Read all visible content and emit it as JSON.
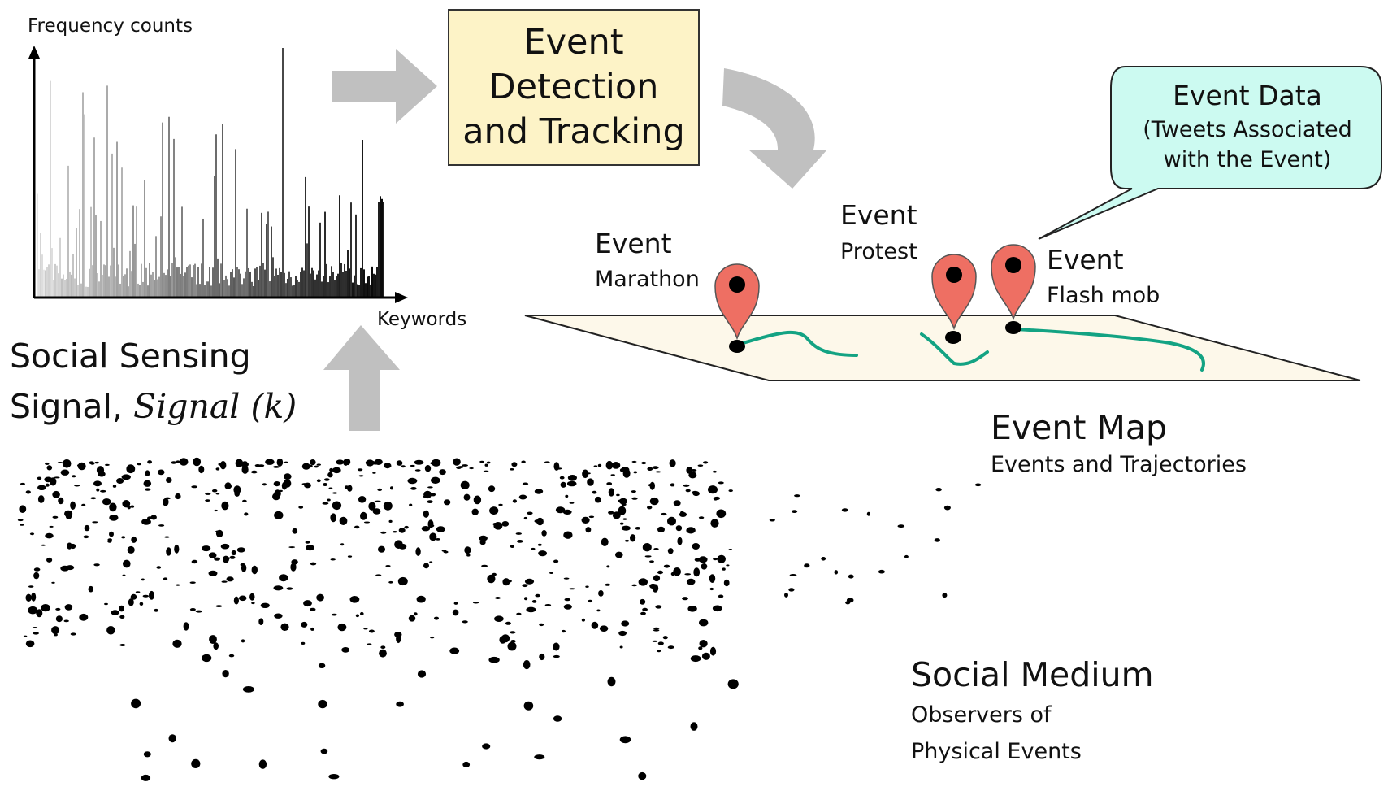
{
  "histogram": {
    "y_axis_label": "Frequency counts",
    "x_axis_label": "Keywords"
  },
  "social_sensing": {
    "line1": "Social Sensing",
    "line2_prefix": "Signal, ",
    "line2_symbol": "Signal (k)"
  },
  "detection_box": {
    "line1": "Event",
    "line2": "Detection",
    "line3": "and Tracking",
    "fill": "#fdf3c7"
  },
  "event_data_callout": {
    "title": "Event Data",
    "line2": "(Tweets Associated",
    "line3": "with the Event)",
    "fill": "#ccfaf1"
  },
  "events": [
    {
      "title": "Event",
      "subtitle": "Marathon"
    },
    {
      "title": "Event",
      "subtitle": "Protest"
    },
    {
      "title": "Event",
      "subtitle": "Flash mob"
    }
  ],
  "event_map": {
    "title": "Event Map",
    "subtitle": "Events and Trajectories",
    "plane_fill": "#fdf8ea",
    "pin_color": "#ee6f63",
    "trajectory_color": "#13a383"
  },
  "social_medium": {
    "title": "Social Medium",
    "line2": "Observers of",
    "line3": "Physical Events"
  },
  "arrow_color": "#c0c0c0"
}
